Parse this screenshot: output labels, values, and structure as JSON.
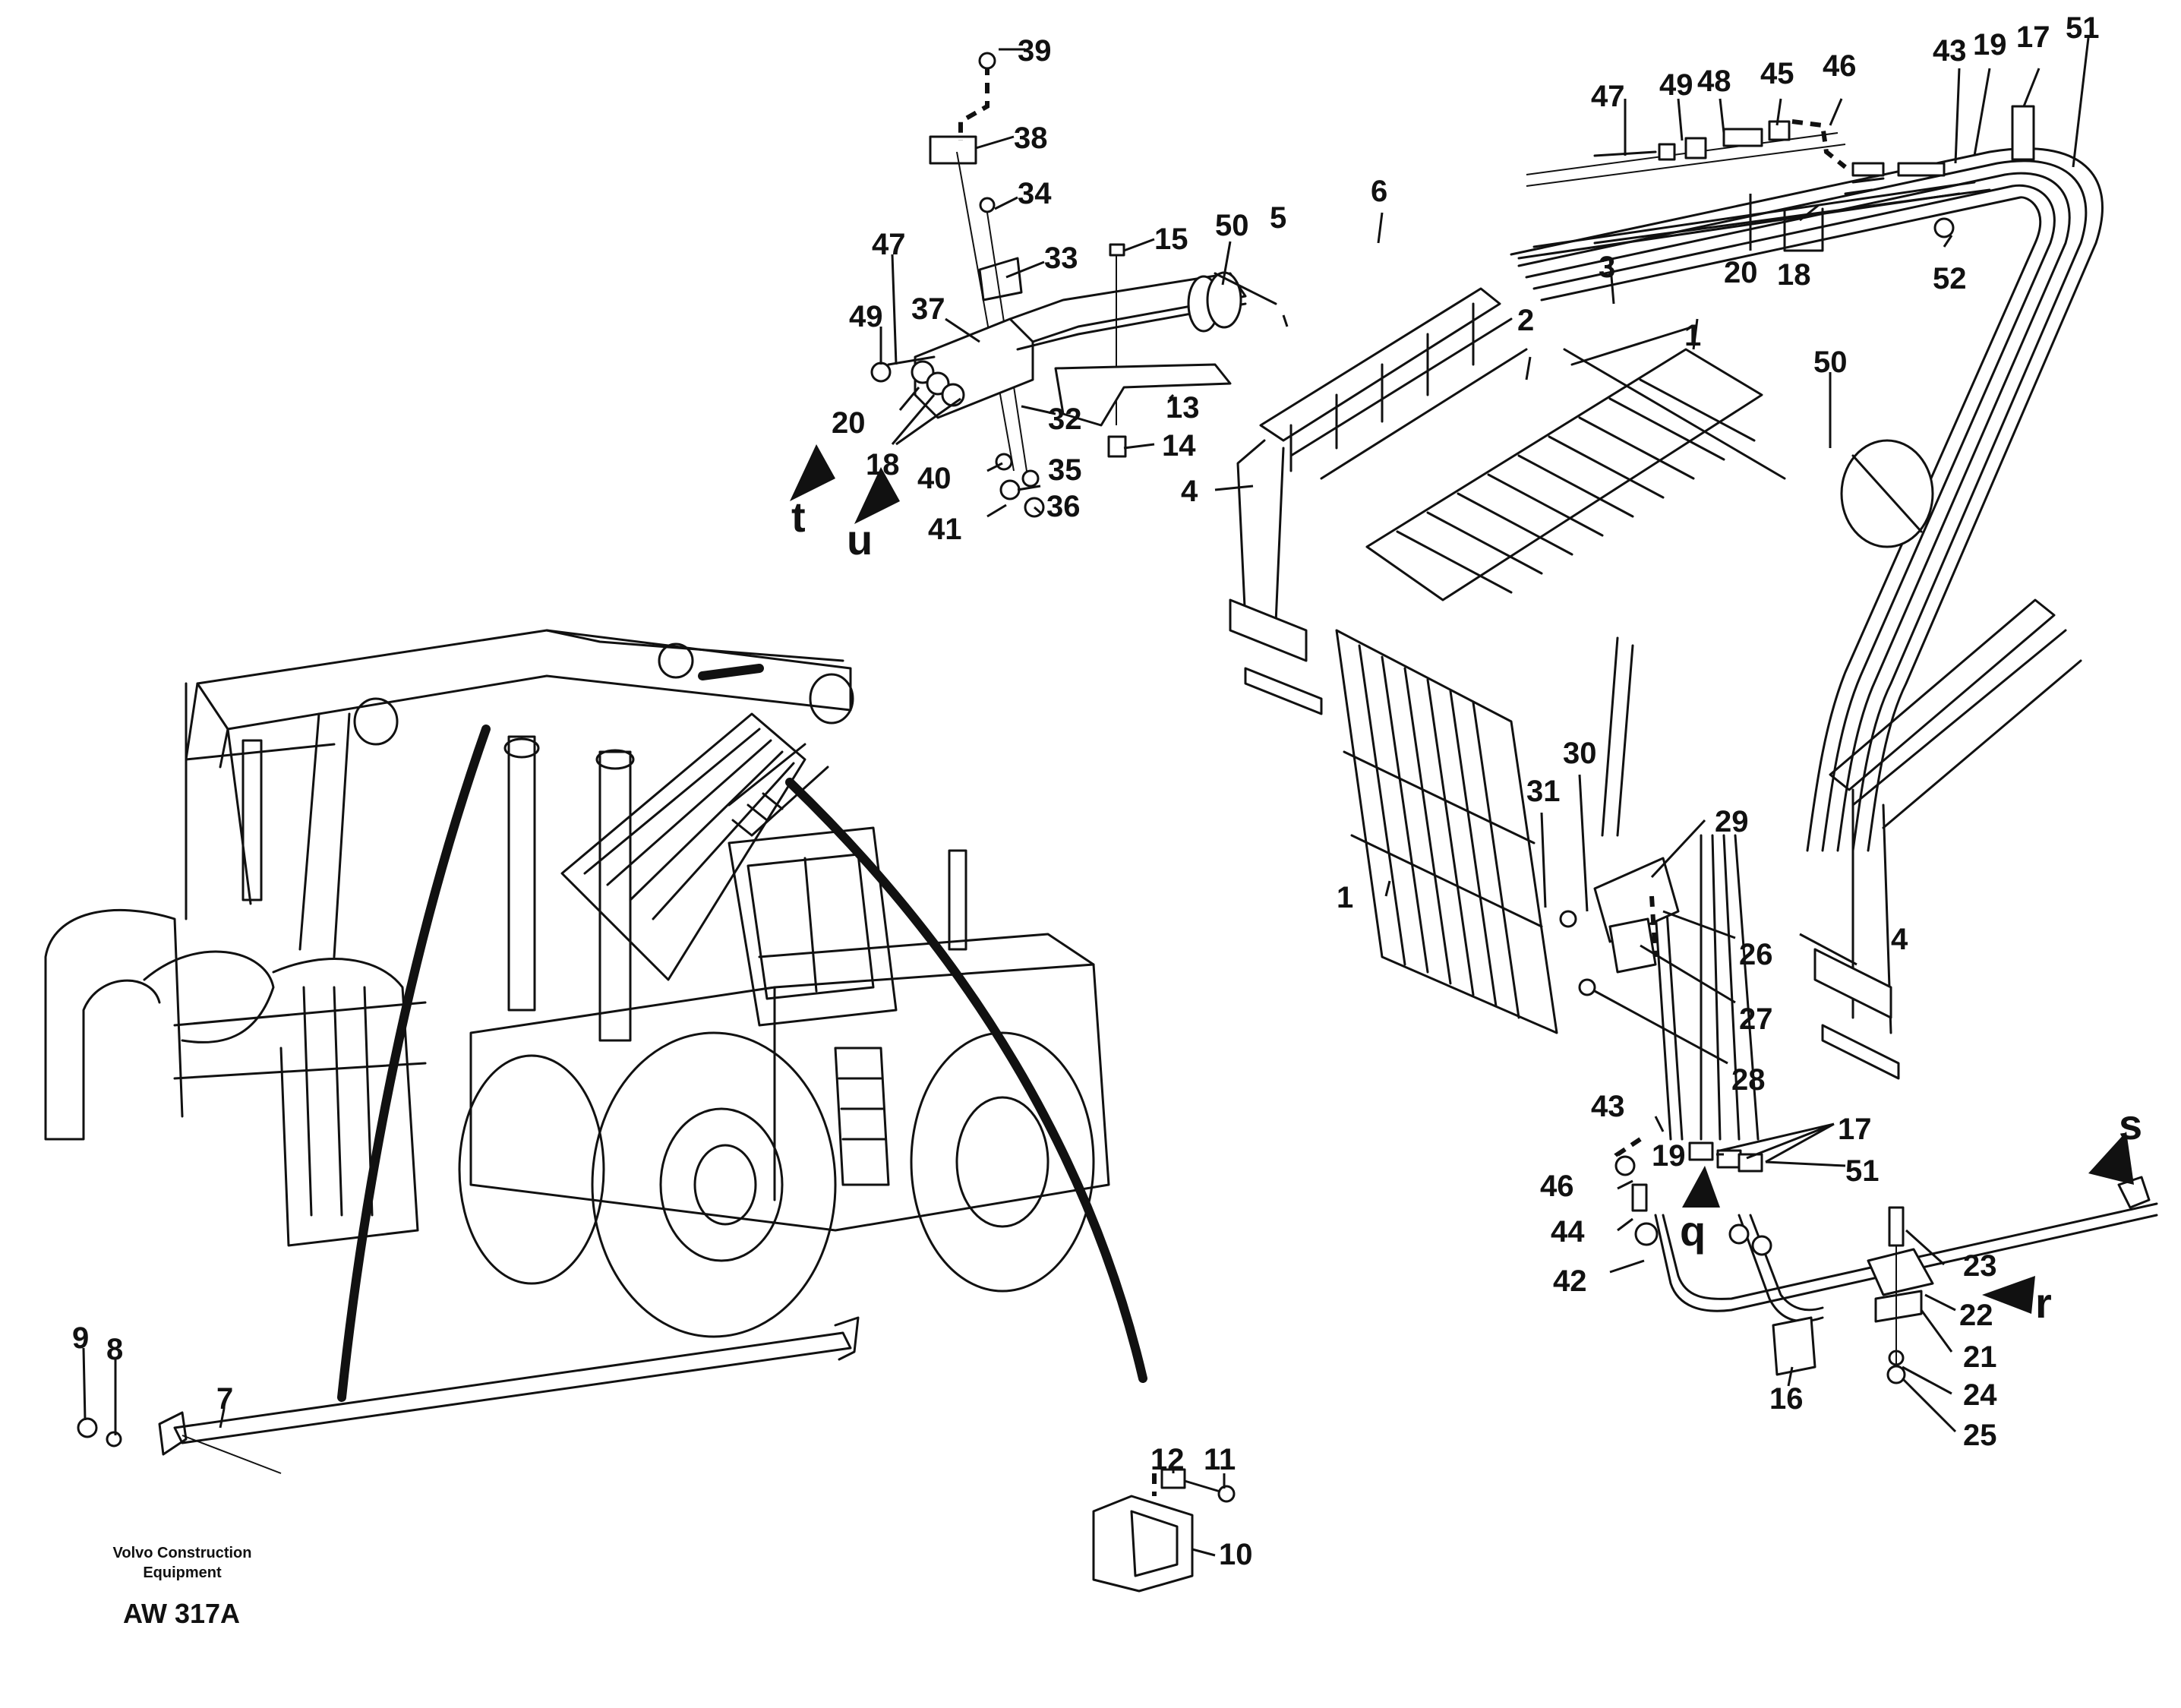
{
  "credit": {
    "company_line1": "Volvo Construction",
    "company_line2": "Equipment",
    "drawing_code": "AW 317A"
  },
  "callouts": {
    "n39": "39",
    "n38": "38",
    "n34": "34",
    "n33": "33",
    "n15": "15",
    "n50a": "50",
    "n47a": "47",
    "n49a": "49",
    "n37": "37",
    "n20a": "20",
    "n18a": "18",
    "n32": "32",
    "n13": "13",
    "n14": "14",
    "n40": "40",
    "n35": "35",
    "n41": "41",
    "n36": "36",
    "n5": "5",
    "n6": "6",
    "n4a": "4",
    "n47b": "47",
    "n49b": "49",
    "n48": "48",
    "n45": "45",
    "n46a": "46",
    "n43a": "43",
    "n19a": "19",
    "n17a": "17",
    "n51a": "51",
    "n20b": "20",
    "n18b": "18",
    "n52": "52",
    "n3": "3",
    "n2": "2",
    "n1a": "1",
    "n50b": "50",
    "n31": "31",
    "n30": "30",
    "n29": "29",
    "n1b": "1",
    "n26": "26",
    "n27": "27",
    "n28": "28",
    "n4b": "4",
    "n43b": "43",
    "n17b": "17",
    "n19b": "19",
    "n51b": "51",
    "n46b": "46",
    "n44": "44",
    "n42": "42",
    "n23": "23",
    "n22": "22",
    "n21": "21",
    "n24": "24",
    "n25": "25",
    "n16": "16",
    "n9": "9",
    "n8": "8",
    "n7": "7",
    "n12": "12",
    "n11": "11",
    "n10": "10"
  },
  "view_arrows": {
    "t": "t",
    "u": "u",
    "q": "q",
    "s": "s",
    "r": "r"
  }
}
